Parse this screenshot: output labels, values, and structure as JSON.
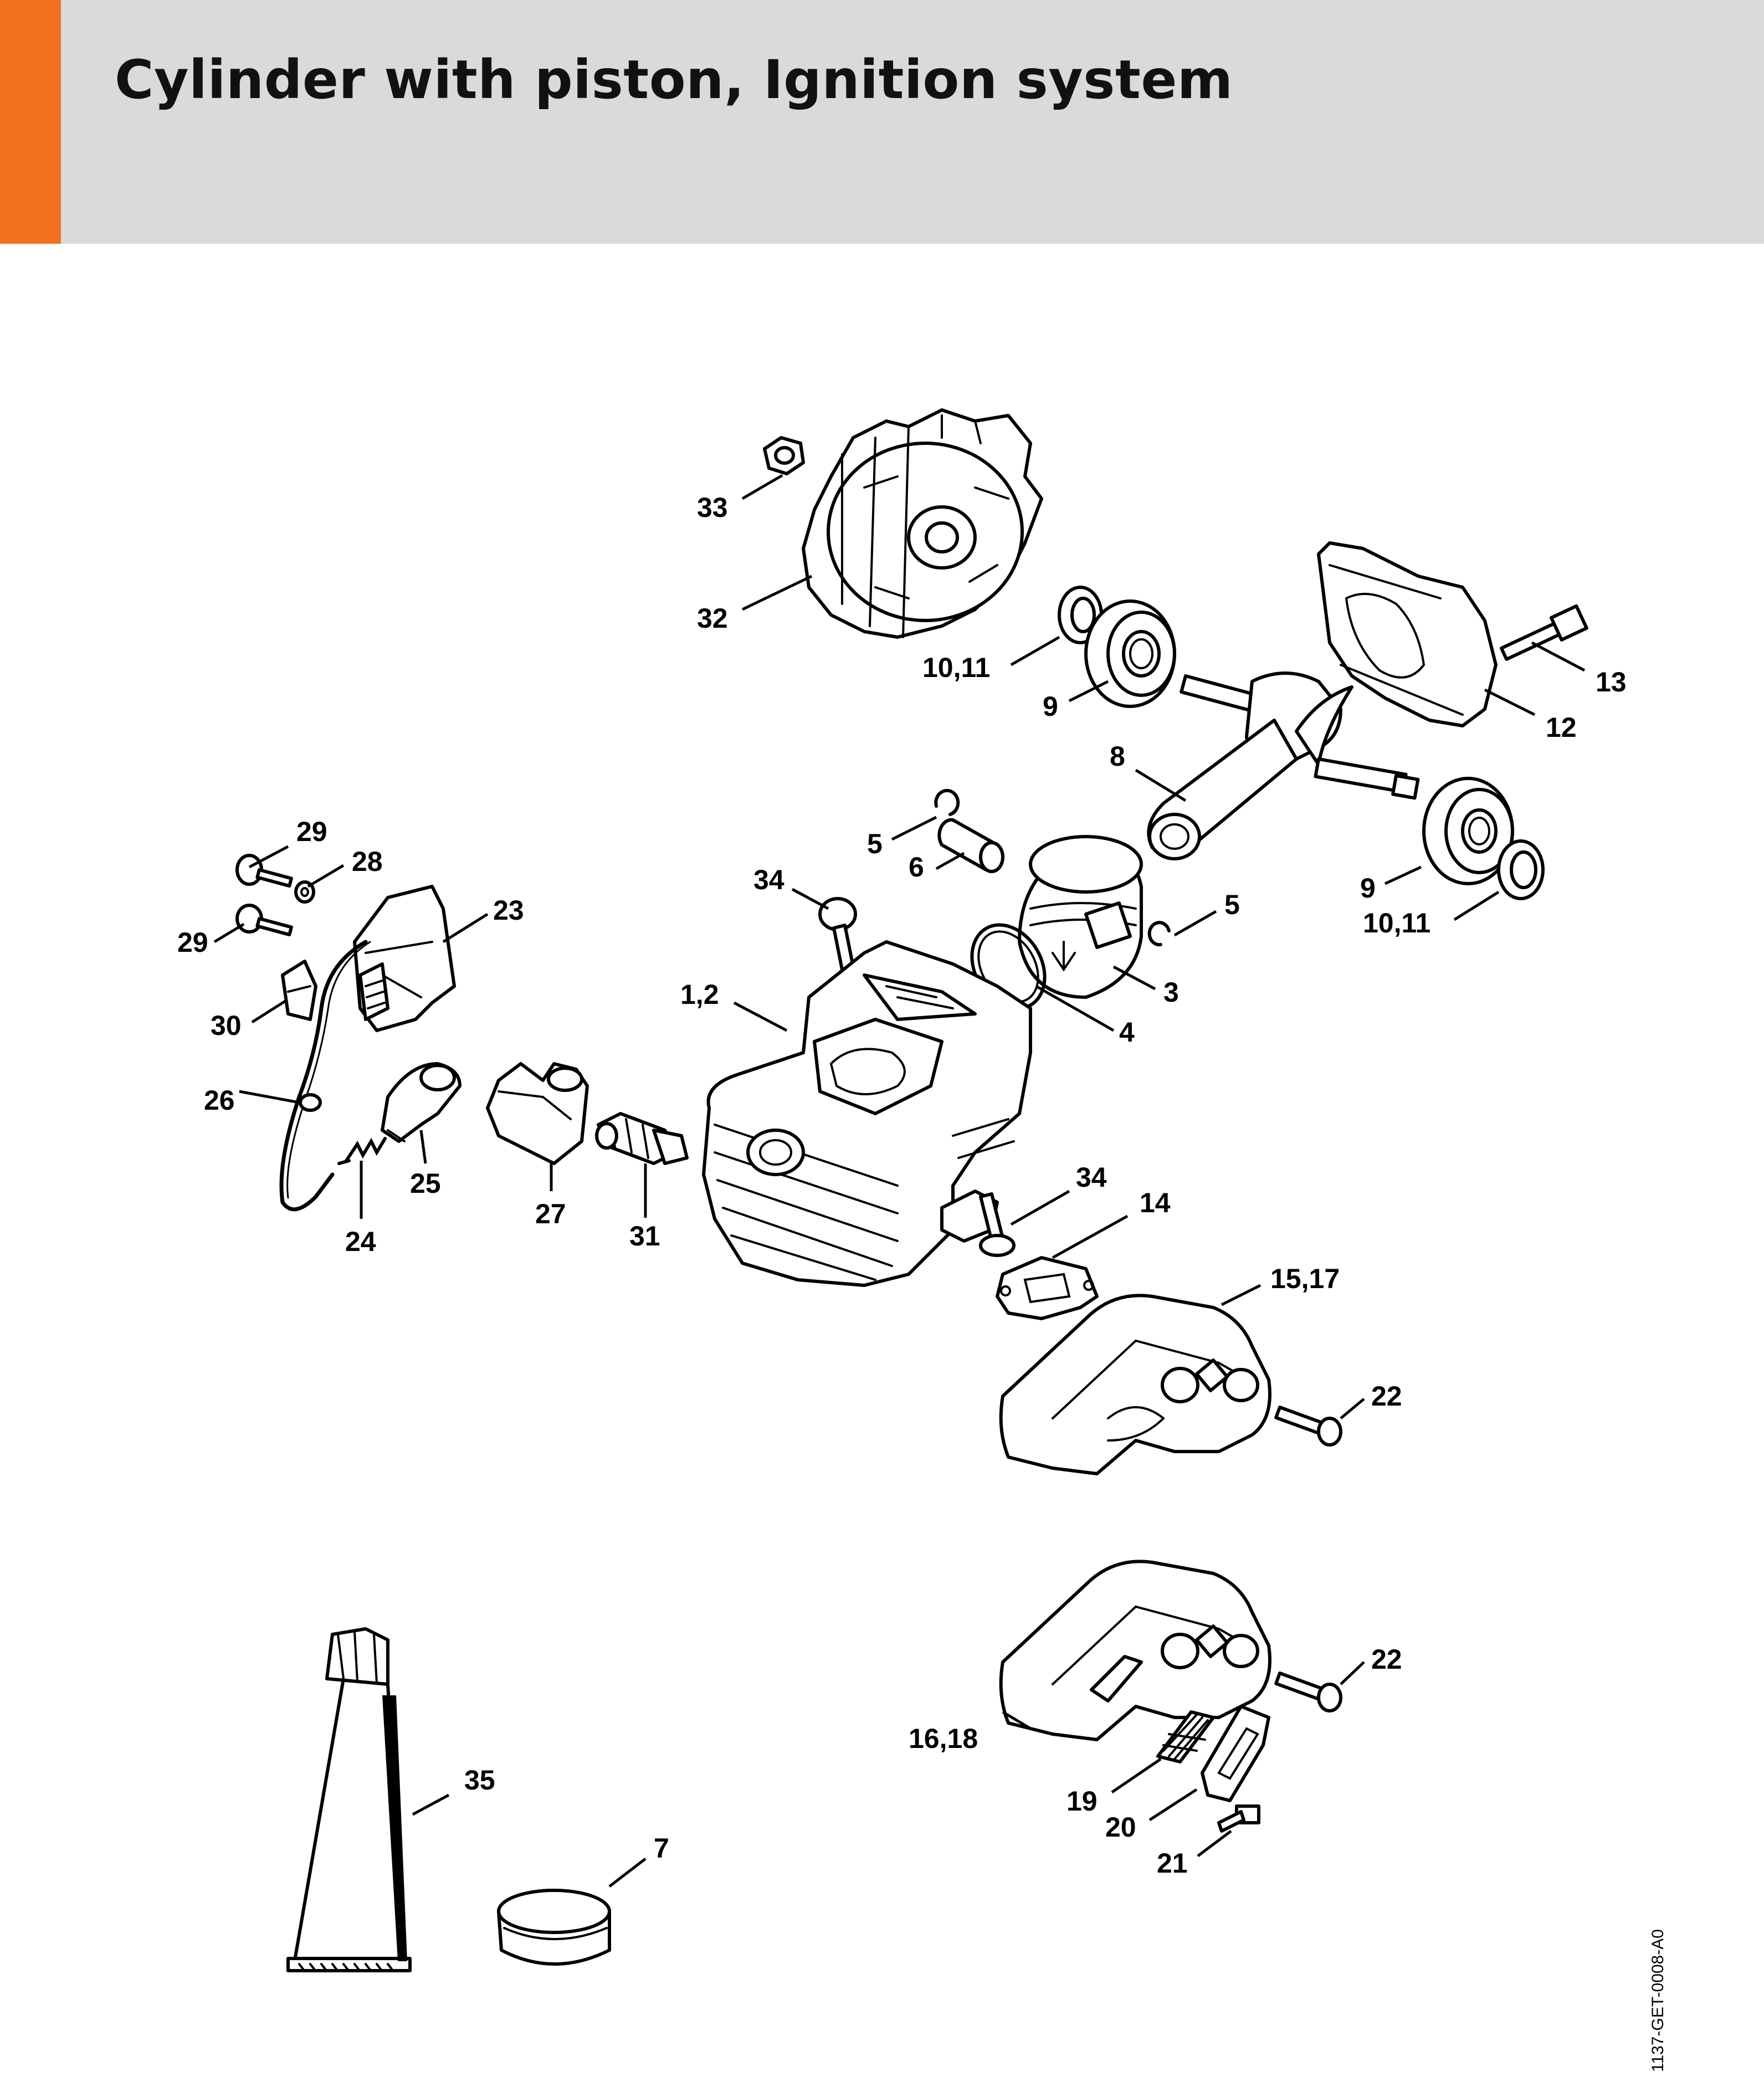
{
  "page": {
    "title": "Cylinder with piston, Ignition system",
    "accent_color": "#f37021",
    "header_background": "#d9dadb",
    "doc_code": "1137-GET-0008-A0"
  },
  "callouts": {
    "c33": "33",
    "c32": "32",
    "c10_11_top": "10,11",
    "c9_top": "9",
    "c13": "13",
    "c12": "12",
    "c8": "8",
    "c5_top": "5",
    "c6": "6",
    "c34_top": "34",
    "c5_right": "5",
    "c9_bottom": "9",
    "c10_11_bottom": "10,11",
    "c3": "3",
    "c4": "4",
    "c1_2": "1,2",
    "c29_top": "29",
    "c28": "28",
    "c23": "23",
    "c29_left": "29",
    "c30": "30",
    "c26": "26",
    "c25": "25",
    "c27": "27",
    "c31": "31",
    "c24": "24",
    "c34_bottom": "34",
    "c14": "14",
    "c15_17": "15,17",
    "c22_top": "22",
    "c22_bottom": "22",
    "c16_18": "16,18",
    "c19": "19",
    "c20": "20",
    "c21": "21",
    "c35": "35",
    "c7": "7"
  }
}
